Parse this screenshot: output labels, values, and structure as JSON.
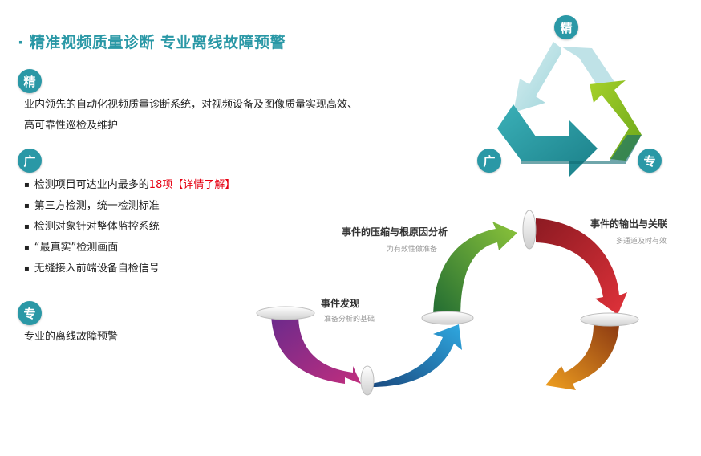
{
  "header": {
    "title": "· 精准视频质量诊断 专业离线故障预警"
  },
  "sections": {
    "jing": {
      "badge": "精",
      "line1": "业内领先的自动化视频质量诊断系统，对视频设备及图像质量实现高效、",
      "line2": "高可靠性巡检及维护"
    },
    "guang": {
      "badge": "广",
      "bullet1_prefix": "检测项目可达业内最多的",
      "bullet1_number": "18项",
      "bullet1_link": "【详情了解】",
      "bullet2": "第三方检测，统一检测标准",
      "bullet3": "检测对象针对整体监控系统",
      "bullet4": "“最真实”检测画面",
      "bullet5": "无缝接入前端设备自检信号"
    },
    "zhuan": {
      "badge": "专",
      "line1": "专业的离线故障预警"
    }
  },
  "cycle": {
    "top": "精",
    "left": "广",
    "right": "专"
  },
  "flow": {
    "step1_title": "事件发现",
    "step1_sub": "准备分析的基础",
    "step2_title": "事件的压缩与根原因分析",
    "step2_sub": "为有效性做准备",
    "step3_title": "事件的输出与关联",
    "step3_sub": "多通道及时有效"
  },
  "colors": {
    "accent": "#2a98a6",
    "highlight": "#e60012",
    "arrow_purple": "#8e2a8c",
    "arrow_blue": "#1f8fd0",
    "arrow_green": "#4a9a2a",
    "arrow_red": "#c8282e",
    "arrow_orange": "#e07818"
  }
}
